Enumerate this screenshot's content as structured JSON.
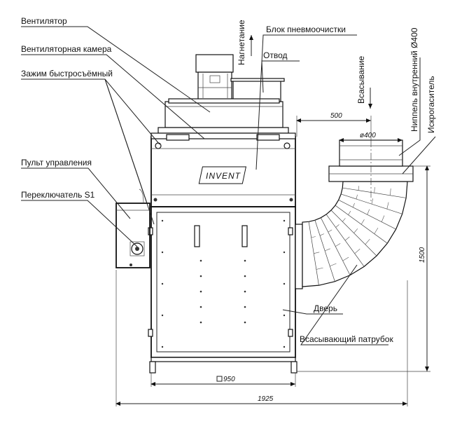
{
  "labels": {
    "fan": "Вентилятор",
    "fan_chamber": "Вентиляторная камера",
    "quick_clamp": "Зажим быстросъёмный",
    "control_panel": "Пульт управления",
    "switch_s1": "Переключатель S1",
    "pneumo_block": "Блок пневмоочистки",
    "outlet": "Отвод",
    "discharge": "Нагнетание",
    "suction": "Всасывание",
    "nipple": "Ниппель внутренний Ø400",
    "spark_arrester": "Искрогаситель",
    "door": "Дверь",
    "suction_pipe": "Всасывающий патрубок",
    "brand": "INVENT"
  },
  "dimensions": {
    "d500": "500",
    "d400": "ø400",
    "d1500": "1500",
    "d950": "950",
    "d1925": "1925"
  }
}
